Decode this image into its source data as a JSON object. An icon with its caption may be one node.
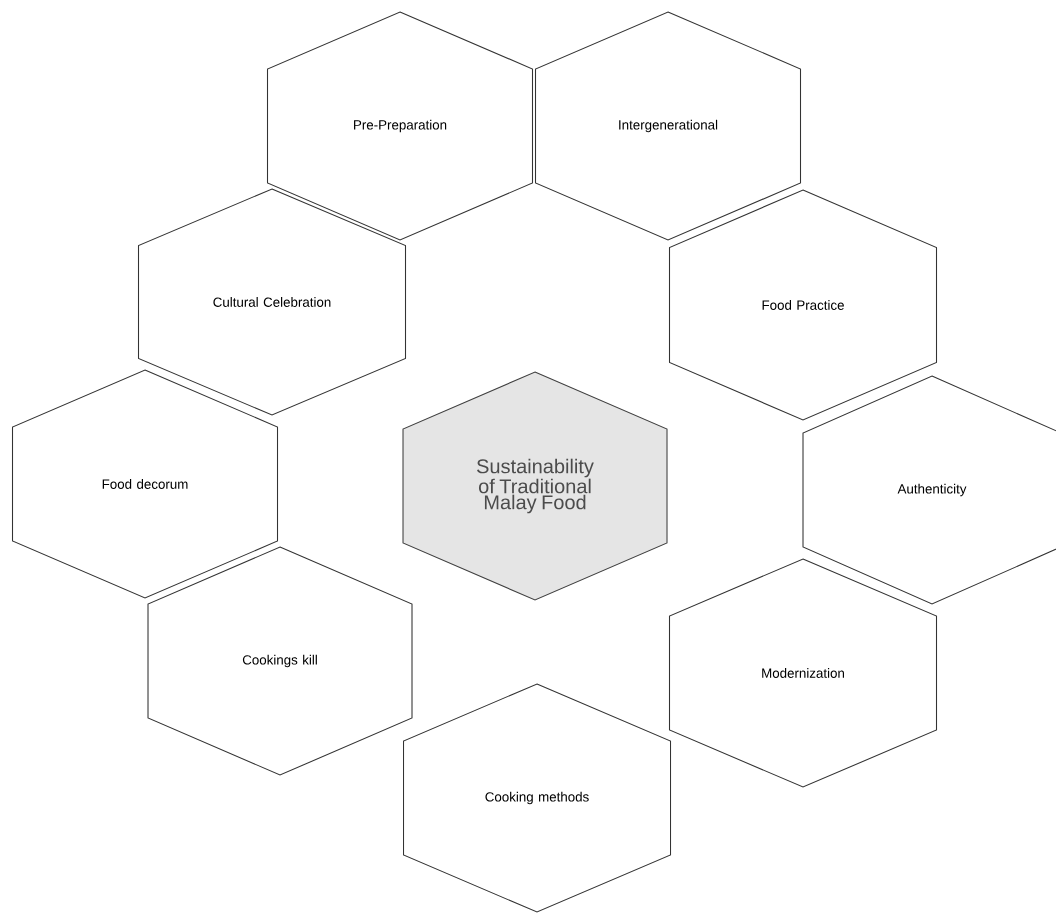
{
  "diagram": {
    "nodes": [
      {
        "text": [
          "Pre-Preparation"
        ]
      },
      {
        "text": [
          "Intergenerational"
        ]
      },
      {
        "text": [
          "Cultural Celebration"
        ]
      },
      {
        "text": [
          "Food Practice"
        ]
      },
      {
        "text": [
          "Food decorum"
        ]
      },
      {
        "text": [
          "Sustainability of Traditional Malay Food"
        ]
      },
      {
        "text": [
          "Authenticity"
        ]
      },
      {
        "text": [
          "Cookings kill"
        ]
      },
      {
        "text": [
          "Modernization"
        ]
      },
      {
        "text": [
          "Cooking methods"
        ]
      }
    ]
  }
}
